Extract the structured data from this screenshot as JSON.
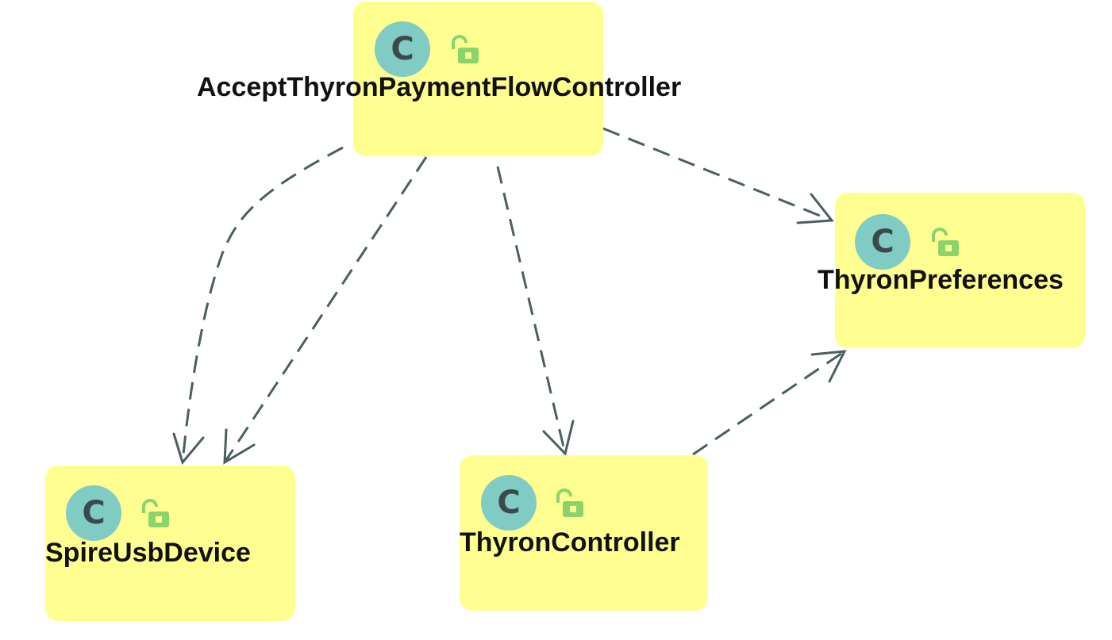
{
  "diagram": {
    "nodes": [
      {
        "id": "accept",
        "name": "AcceptThyronPaymentFlowController",
        "icon": "class-icon",
        "icon_letter": "C",
        "access_icon": "unlock-icon"
      },
      {
        "id": "prefs",
        "name": "ThyronPreferences",
        "icon": "class-icon",
        "icon_letter": "C",
        "access_icon": "unlock-icon"
      },
      {
        "id": "spire",
        "name": "SpireUsbDevice",
        "icon": "class-icon",
        "icon_letter": "C",
        "access_icon": "unlock-icon"
      },
      {
        "id": "ctrl",
        "name": "ThyronController",
        "icon": "class-icon",
        "icon_letter": "C",
        "access_icon": "unlock-icon"
      }
    ],
    "edges": [
      {
        "from": "accept",
        "to": "spire",
        "style": "dashed",
        "arrow": "open"
      },
      {
        "from": "accept",
        "to": "spire",
        "style": "dashed",
        "arrow": "open"
      },
      {
        "from": "accept",
        "to": "ctrl",
        "style": "dashed",
        "arrow": "open"
      },
      {
        "from": "accept",
        "to": "prefs",
        "style": "dashed",
        "arrow": "open"
      },
      {
        "from": "ctrl",
        "to": "prefs",
        "style": "dashed",
        "arrow": "open"
      }
    ],
    "colors": {
      "node_fill": "#ffff91",
      "icon_fill": "#80cbc4",
      "lock": "#8bd36b",
      "edge": "#4a5f5f"
    }
  }
}
